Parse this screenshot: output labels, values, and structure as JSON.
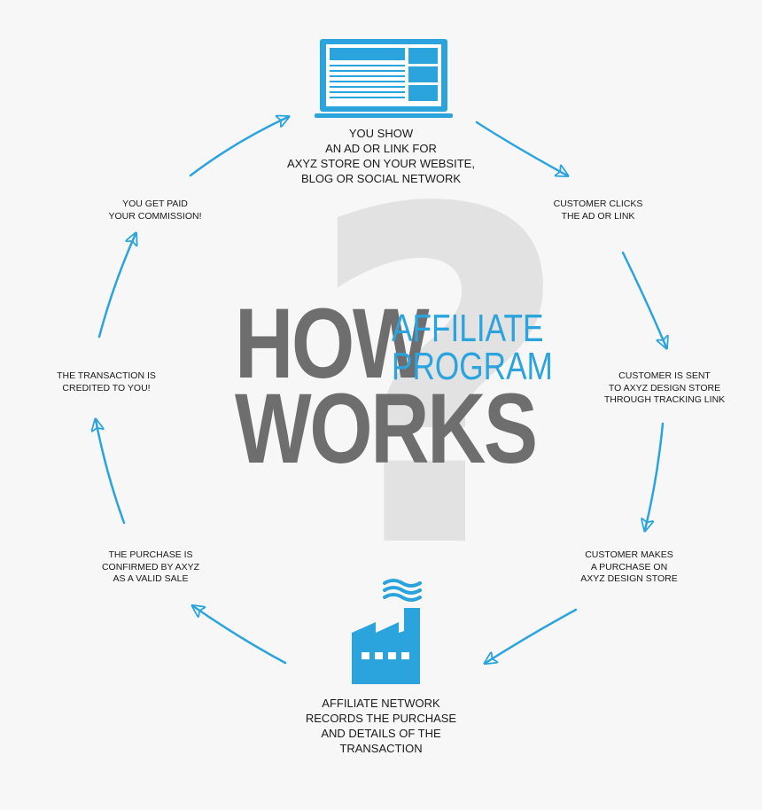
{
  "colors": {
    "accent": "#2ba4de",
    "title_gray": "#6e6e6e",
    "background": "#f7f7f7",
    "question_mark": "#e2e2e2"
  },
  "background_glyph": "?",
  "title": {
    "how": "HOW",
    "works": "WORKS",
    "affiliate": "AFFILIATE",
    "program": "PROGRAM"
  },
  "steps": {
    "you_show": [
      "YOU SHOW",
      "AN AD OR LINK FOR",
      "AXYZ STORE ON YOUR WEBSITE,",
      "BLOG OR SOCIAL NETWORK"
    ],
    "customer_clicks": [
      "CUSTOMER CLICKS",
      "THE AD OR LINK"
    ],
    "customer_sent": [
      "CUSTOMER IS SENT",
      "TO AXYZ DESIGN STORE",
      "THROUGH TRACKING LINK"
    ],
    "customer_makes": [
      "CUSTOMER MAKES",
      "A PURCHASE ON",
      "AXYZ DESIGN STORE"
    ],
    "affiliate_network": [
      "AFFILIATE NETWORK",
      "RECORDS THE PURCHASE",
      "AND DETAILS OF THE",
      "TRANSACTION"
    ],
    "purchase_confirmed": [
      "THE PURCHASE IS",
      "CONFIRMED BY AXYZ",
      "AS A VALID SALE"
    ],
    "transaction_credited": [
      "THE TRANSACTION IS",
      "CREDITED TO YOU!"
    ],
    "you_get_paid": [
      "YOU GET PAID",
      "YOUR COMMISSION!"
    ]
  },
  "icons": {
    "top": "laptop-icon",
    "bottom": "factory-icon"
  }
}
